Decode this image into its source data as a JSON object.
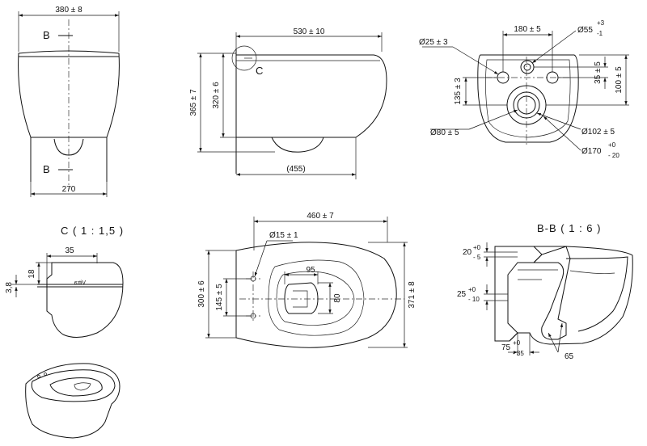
{
  "front_view": {
    "top_width": "380 ± 8",
    "section_mark_top": "B",
    "section_mark_bottom": "B",
    "bottom_width": "270"
  },
  "side_view": {
    "length": "530 ± 10",
    "detail_ref": "C",
    "height_total": "365 ± 7",
    "height_mount": "320 ± 6",
    "projection": "(455)"
  },
  "rear_view": {
    "hole_small": "Ø25 ± 3",
    "spacing_top": "180 ± 5",
    "hole_inlet": "Ø55",
    "hole_inlet_tol_upper": "+3",
    "hole_inlet_tol_lower": "-1",
    "height_left": "135 ± 3",
    "offset_right": "35 ± 5",
    "height_right": "100 ± 5",
    "outlet": "Ø80 ± 5",
    "outlet_outer": "Ø102 ± 5",
    "outlet_collar": "Ø170",
    "outlet_collar_tol_upper": "+0",
    "outlet_collar_tol_lower": "- 20"
  },
  "detail_c": {
    "title": "C ( 1 : 1,5 )",
    "width": "35",
    "depth": "18",
    "thickness": "3,8",
    "brand": "Vitra"
  },
  "top_view": {
    "length": "460 ± 7",
    "bolt_hole": "Ø15 ± 1",
    "bolt_spacing": "145 ± 5",
    "width_back": "300 ± 6",
    "rim_width": "95",
    "rim_depth": "80",
    "width_total": "371 ± 8"
  },
  "section_bb": {
    "title": "B-B ( 1 : 6 )",
    "dim_top": "20",
    "dim_top_tol_upper": "+0",
    "dim_top_tol_lower": "- 5",
    "dim_mid": "25",
    "dim_mid_tol_upper": "+0",
    "dim_mid_tol_lower": "- 10",
    "dim_bottom": "75",
    "dim_bottom_tol_upper": "+0",
    "dim_bottom_tol_lower": "- 35",
    "dim_outlet": "65"
  }
}
